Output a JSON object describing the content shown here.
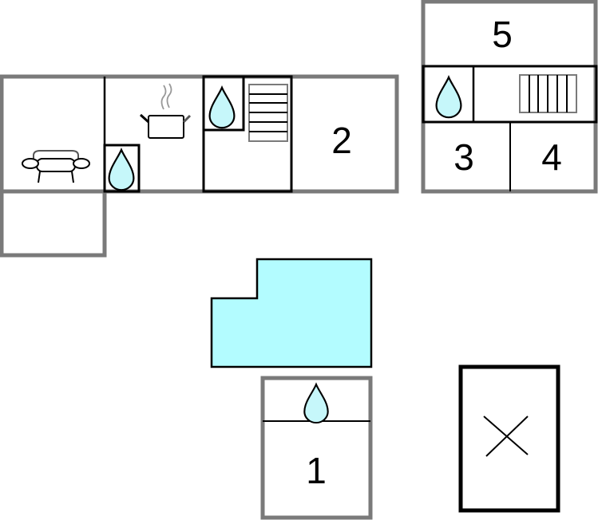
{
  "colors": {
    "water": "#c6f7fa",
    "pool": "#b3fcff",
    "wall_gray": "#7a7a7a",
    "line": "#000000"
  },
  "rooms": {
    "room_1": "1",
    "room_2": "2",
    "room_3": "3",
    "room_4": "4",
    "room_5": "5"
  },
  "icons": [
    "sofa-icon",
    "cooking-pot-icon",
    "water-drop-icon",
    "stairs-icon",
    "pool-shape",
    "cross-mark-icon"
  ]
}
